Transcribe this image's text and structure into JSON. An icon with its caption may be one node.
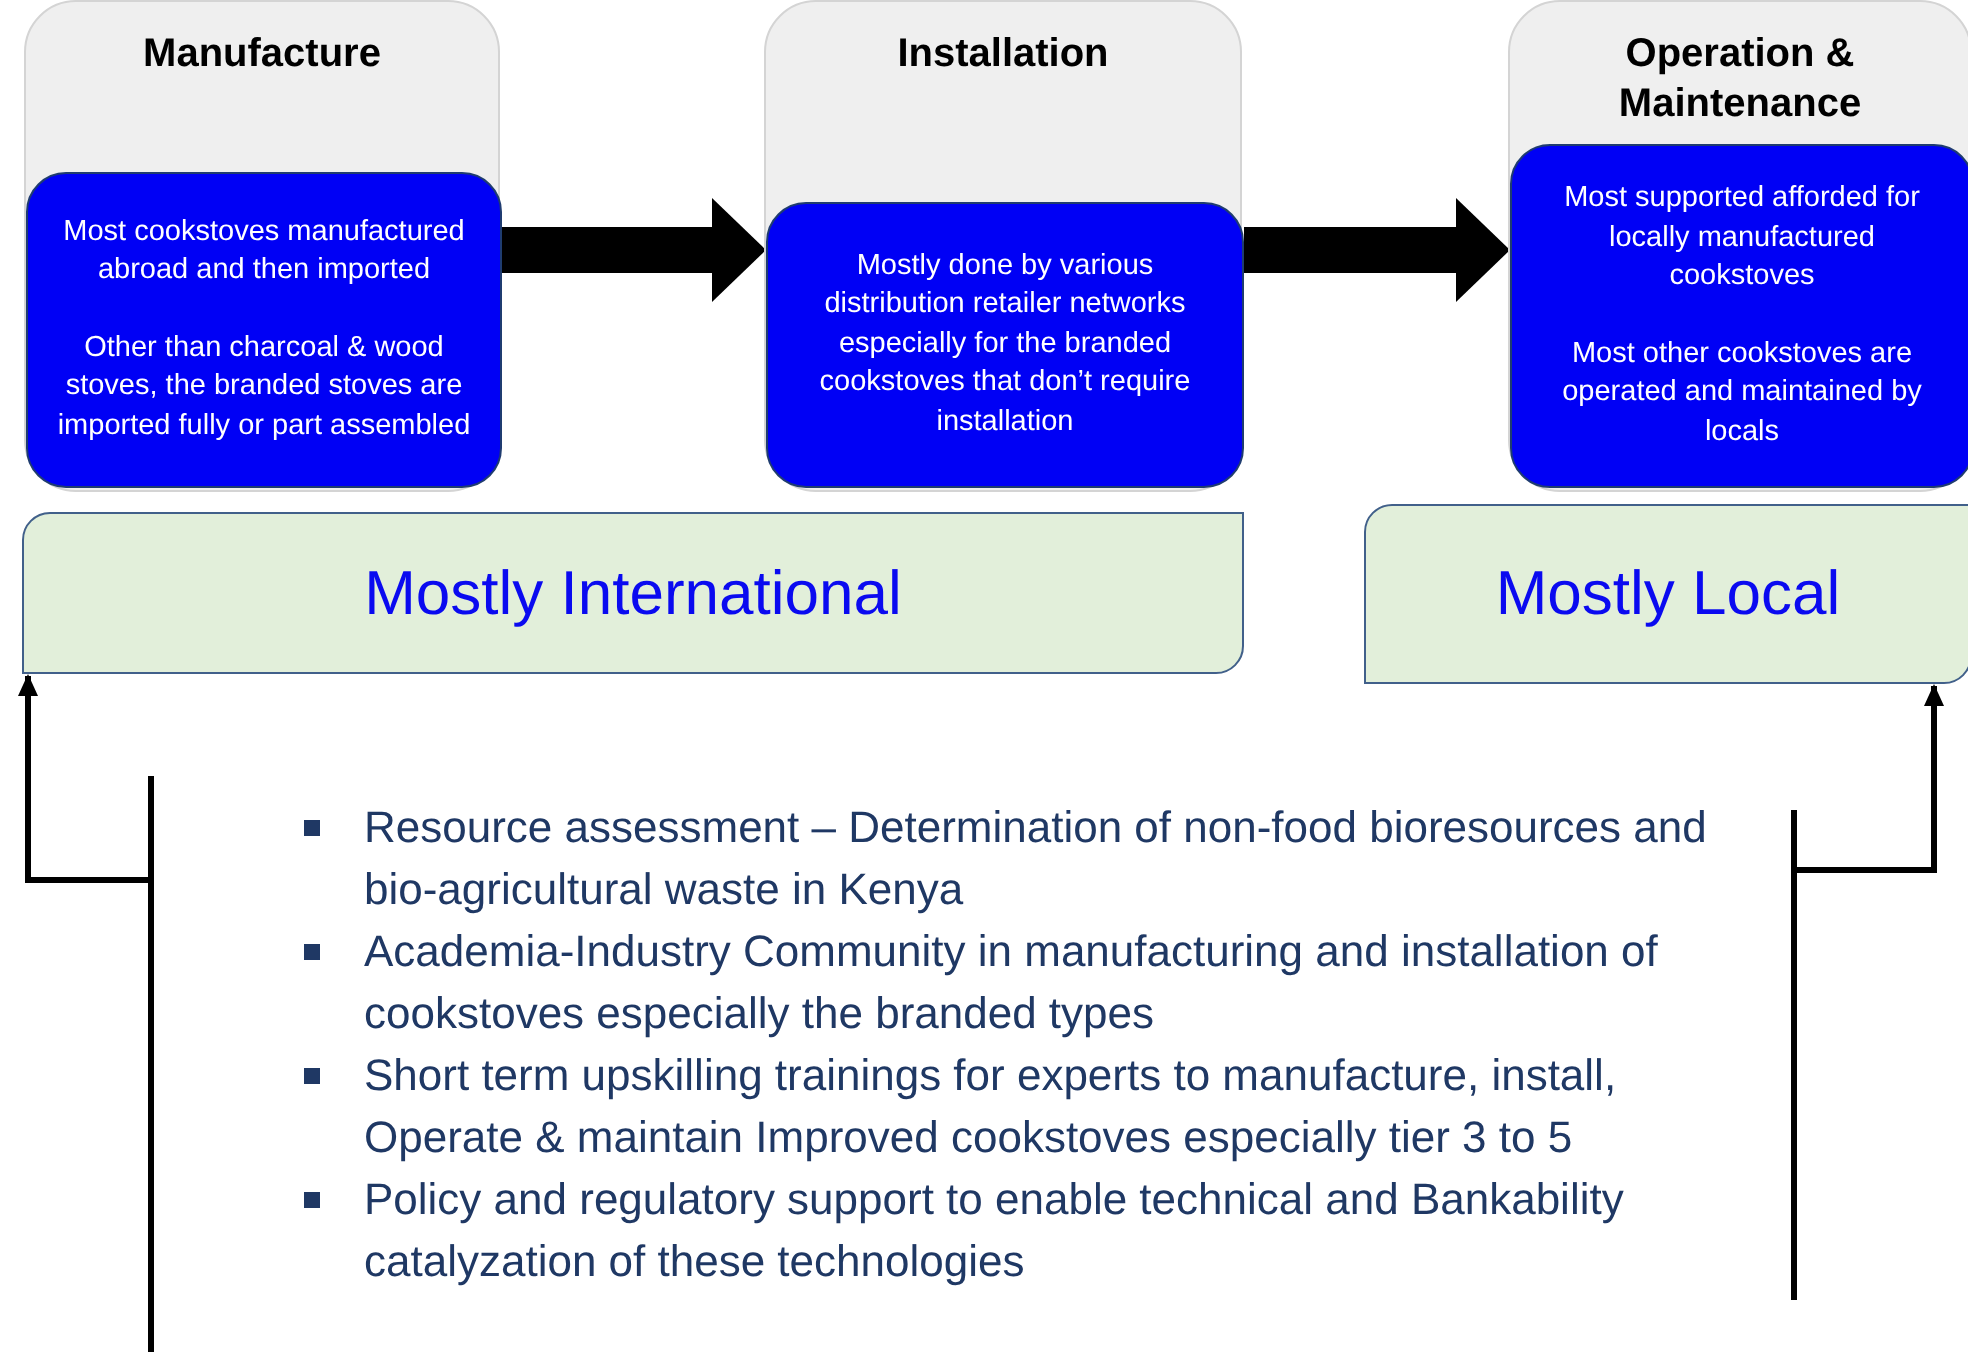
{
  "diagram": {
    "nodes": [
      {
        "text": [
          "Manufacture"
        ]
      },
      {
        "text": [
          "Most cookstoves manufactured abroad and then imported",
          "Other than charcoal & wood stoves, the branded stoves are imported fully or part assembled"
        ],
        "in": 0
      },
      {
        "text": [
          "Installation"
        ]
      },
      {
        "text": [
          "Mostly done by various distribution retailer networks especially for the branded cookstoves that don’t require installation"
        ],
        "in": 2
      },
      {
        "text": [
          "Operation & Maintenance"
        ]
      },
      {
        "text": [
          "Most supported afforded for locally manufactured cookstoves",
          "Most other cookstoves are operated and maintained by locals"
        ],
        "in": 4
      },
      {
        "text": [
          "Mostly International"
        ]
      },
      {
        "text": [
          "Mostly Local"
        ]
      },
      {
        "text": [
          "Resource assessment – Determination of non-food bioresources and bio-agricultural waste in Kenya",
          "Academia-Industry Community in manufacturing and installation of cookstoves especially the branded types",
          "Short term upskilling trainings for experts to manufacture, install, Operate & maintain Improved cookstoves especially tier 3 to 5",
          "Policy and regulatory support to enable technical and Bankability catalyzation of these technologies"
        ]
      }
    ],
    "edges": [
      {
        "from": 1,
        "to": 3,
        "arrow": "to",
        "style": "thick"
      },
      {
        "from": 3,
        "to": 5,
        "arrow": "to",
        "style": "thick"
      },
      {
        "from": 8,
        "to": 6,
        "arrow": "to"
      },
      {
        "from": 8,
        "to": 7,
        "arrow": "to"
      }
    ]
  }
}
